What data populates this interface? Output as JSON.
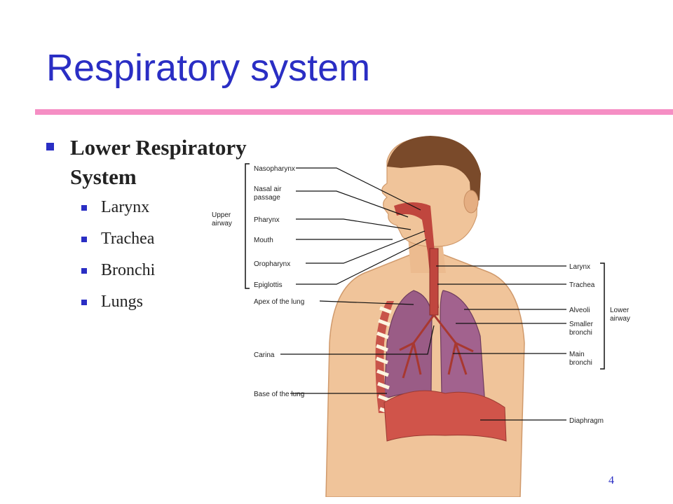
{
  "title": "Respiratory system",
  "bullet_main": [
    "Lower Respiratory",
    "System"
  ],
  "sub_bullets": [
    "Larynx",
    "Trachea",
    "Bronchi",
    "Lungs"
  ],
  "figure": {
    "left_labels": [
      "Nasopharynx",
      "Nasal air",
      "passage",
      "Pharynx",
      "Mouth",
      "Oropharynx",
      "Epiglottis",
      "Apex of the lung",
      "Carina",
      "Base of the lung"
    ],
    "upper_group": [
      "Upper",
      "airway"
    ],
    "right_labels": [
      "Larynx",
      "Trachea",
      "Alveoli",
      "Smaller",
      "bronchi",
      "Main",
      "bronchi",
      "Diaphragm"
    ],
    "lower_group": [
      "Lower",
      "airway"
    ]
  },
  "page_number": "4",
  "colors": {
    "title": "#2a2ec4",
    "rule": "#f58ec4",
    "bullet": "#2a2ec4"
  }
}
